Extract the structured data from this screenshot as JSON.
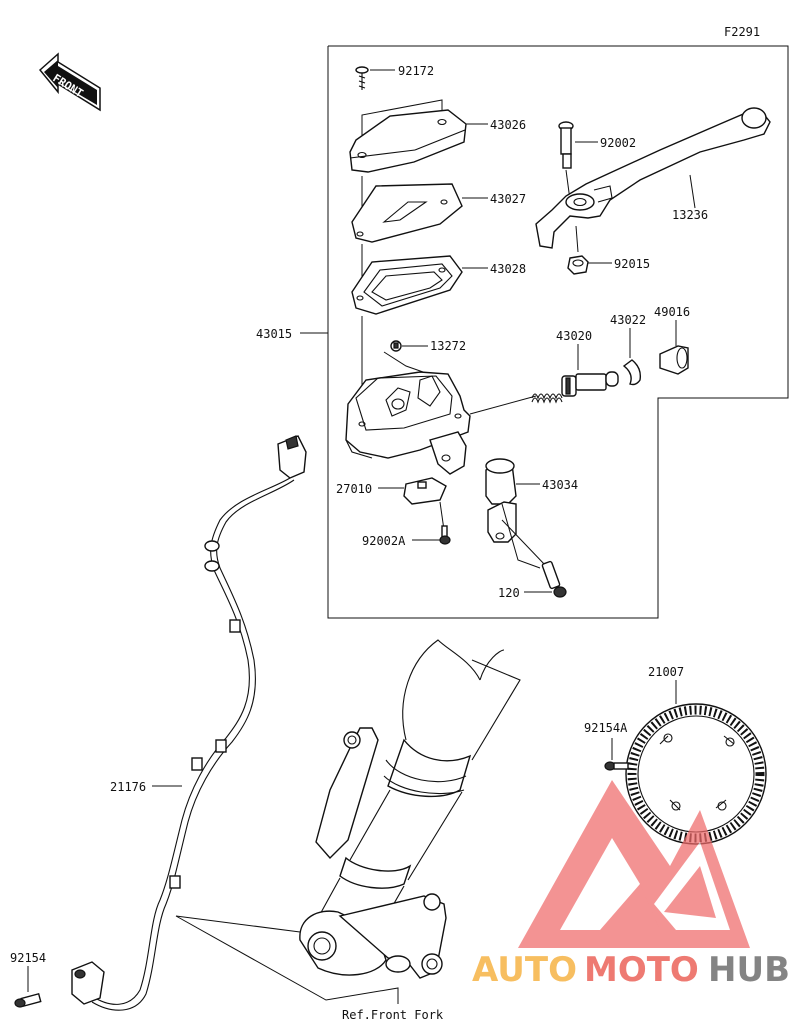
{
  "figure_code": "F2291",
  "front_label": "FRONT",
  "ref_label": "Ref.Front Fork",
  "parts": {
    "p92172": "92172",
    "p43026": "43026",
    "p92002": "92002",
    "p43027": "43027",
    "p13236": "13236",
    "p43028": "43028",
    "p92015": "92015",
    "p43015": "43015",
    "p43022": "43022",
    "p49016": "49016",
    "p13272": "13272",
    "p43020": "43020",
    "p27010": "27010",
    "p43034": "43034",
    "p92002A": "92002A",
    "p120": "120",
    "p21007": "21007",
    "p92154A": "92154A",
    "p21176": "21176",
    "p92154": "92154"
  },
  "watermark": {
    "auto": "AUTO",
    "moto": "MOTO",
    "hub": "HUB",
    "color_red": "#e8483c",
    "color_orange": "#f5a623",
    "color_gray": "#555555"
  }
}
